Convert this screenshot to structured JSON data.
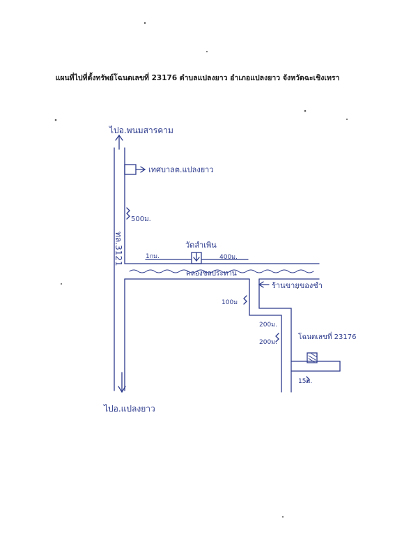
{
  "title": "แผนที่ไปที่ตั้งทรัพย์โฉนดเลขที่ 23176 ตำบลแปลงยาว อำเภอแปลงยาว จังหวัดฉะเชิงเทรา",
  "map": {
    "north_dest": "ไปอ.พนมสารคาม",
    "south_dest": "ไปอ.แปลงยาว",
    "road_name": "ทล.3121",
    "landmark_school": "เทศบาลต.แปลงยาว",
    "dist_500": "500ม.",
    "temple": "วัดสำเพิน",
    "dist_1km": "1กม.",
    "dist_400": "400ม.",
    "canal": "คลองชลประทาน",
    "shop": "ร้านขายของชำ",
    "dist_100": "100ม",
    "dist_200a": "200ม.",
    "dist_200b": "200ม.",
    "property": "โฉนดเลขที่ 23176",
    "dist_15": "15ม."
  },
  "colors": {
    "ink": "#2c3a8c"
  }
}
